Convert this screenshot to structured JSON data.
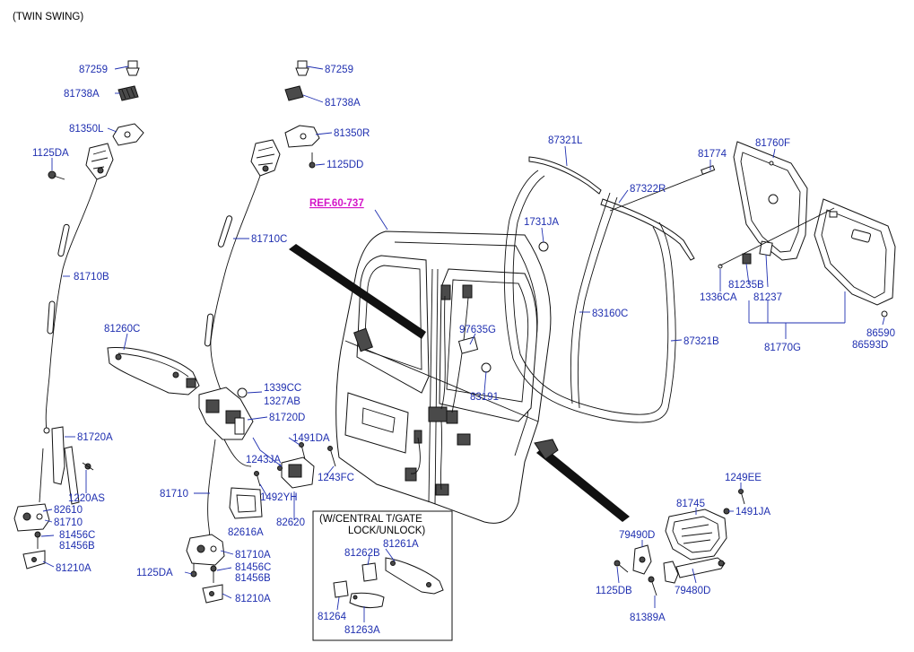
{
  "header": "(TWIN SWING)",
  "ref_label": "REF.60-737",
  "inset": {
    "title_line1": "(W/CENTRAL T/GATE",
    "title_line2": "LOCK/UNLOCK)",
    "labels": {
      "p81261A": "81261A",
      "p81262B": "81262B",
      "p81264": "81264",
      "p81263A": "81263A"
    }
  },
  "labels": {
    "p87259_l": "87259",
    "p81738A_l": "81738A",
    "p81350L": "81350L",
    "p1125DA_l": "1125DA",
    "p81710B": "81710B",
    "p81260C": "81260C",
    "p81720A": "81720A",
    "p1220AS": "1220AS",
    "p82610": "82610",
    "p81710_l": "81710",
    "p81456C_l": "81456C",
    "p81456B_l": "81456B",
    "p81210A_l": "81210A",
    "p87259_r": "87259",
    "p81738A_r": "81738A",
    "p81350R": "81350R",
    "p1125DD": "1125DD",
    "p81710C": "81710C",
    "p1339CC": "1339CC",
    "p1327AB": "1327AB",
    "p81720D": "81720D",
    "p1491DA_m": "1491DA",
    "p1243JA": "1243JA",
    "p1243FC": "1243FC",
    "p81710_m": "81710",
    "p1492YH": "1492YH",
    "p82616A": "82616A",
    "p82620": "82620",
    "p81710A": "81710A",
    "p1125DA_b": "1125DA",
    "p81456C_b": "81456C",
    "p81456B_b": "81456B",
    "p81210A_b": "81210A",
    "p1731JA": "1731JA",
    "p97635G": "97635G",
    "p83191": "83191",
    "p87321L": "87321L",
    "p87322R": "87322R",
    "p83160C": "83160C",
    "p87321B": "87321B",
    "p81774": "81774",
    "p81760F": "81760F",
    "p81235B": "81235B",
    "p1336CA": "1336CA",
    "p81237": "81237",
    "p81770G": "81770G",
    "p86590": "86590",
    "p86593D": "86593D",
    "p1249EE": "1249EE",
    "p81745": "81745",
    "p1491JA": "1491JA",
    "p79490D": "79490D",
    "p1125DB": "1125DB",
    "p79480D": "79480D",
    "p81389A": "81389A"
  }
}
